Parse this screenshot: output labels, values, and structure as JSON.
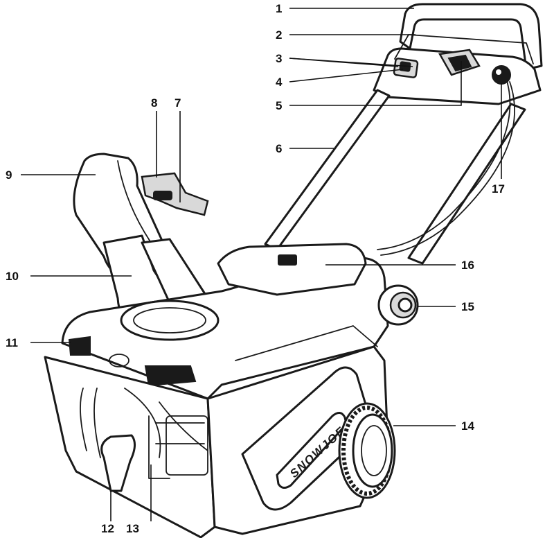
{
  "callouts": [
    {
      "number": "1"
    },
    {
      "number": "2"
    },
    {
      "number": "3"
    },
    {
      "number": "4"
    },
    {
      "number": "5"
    },
    {
      "number": "6"
    },
    {
      "number": "7"
    },
    {
      "number": "8"
    },
    {
      "number": "9"
    },
    {
      "number": "10"
    },
    {
      "number": "11"
    },
    {
      "number": "12"
    },
    {
      "number": "13"
    },
    {
      "number": "14"
    },
    {
      "number": "15"
    },
    {
      "number": "16"
    },
    {
      "number": "17"
    }
  ],
  "brand_text": "SNOWJOE",
  "colors": {
    "line": "#1a1a1a",
    "fill": "#ffffff",
    "shade": "#d9d9d9"
  }
}
